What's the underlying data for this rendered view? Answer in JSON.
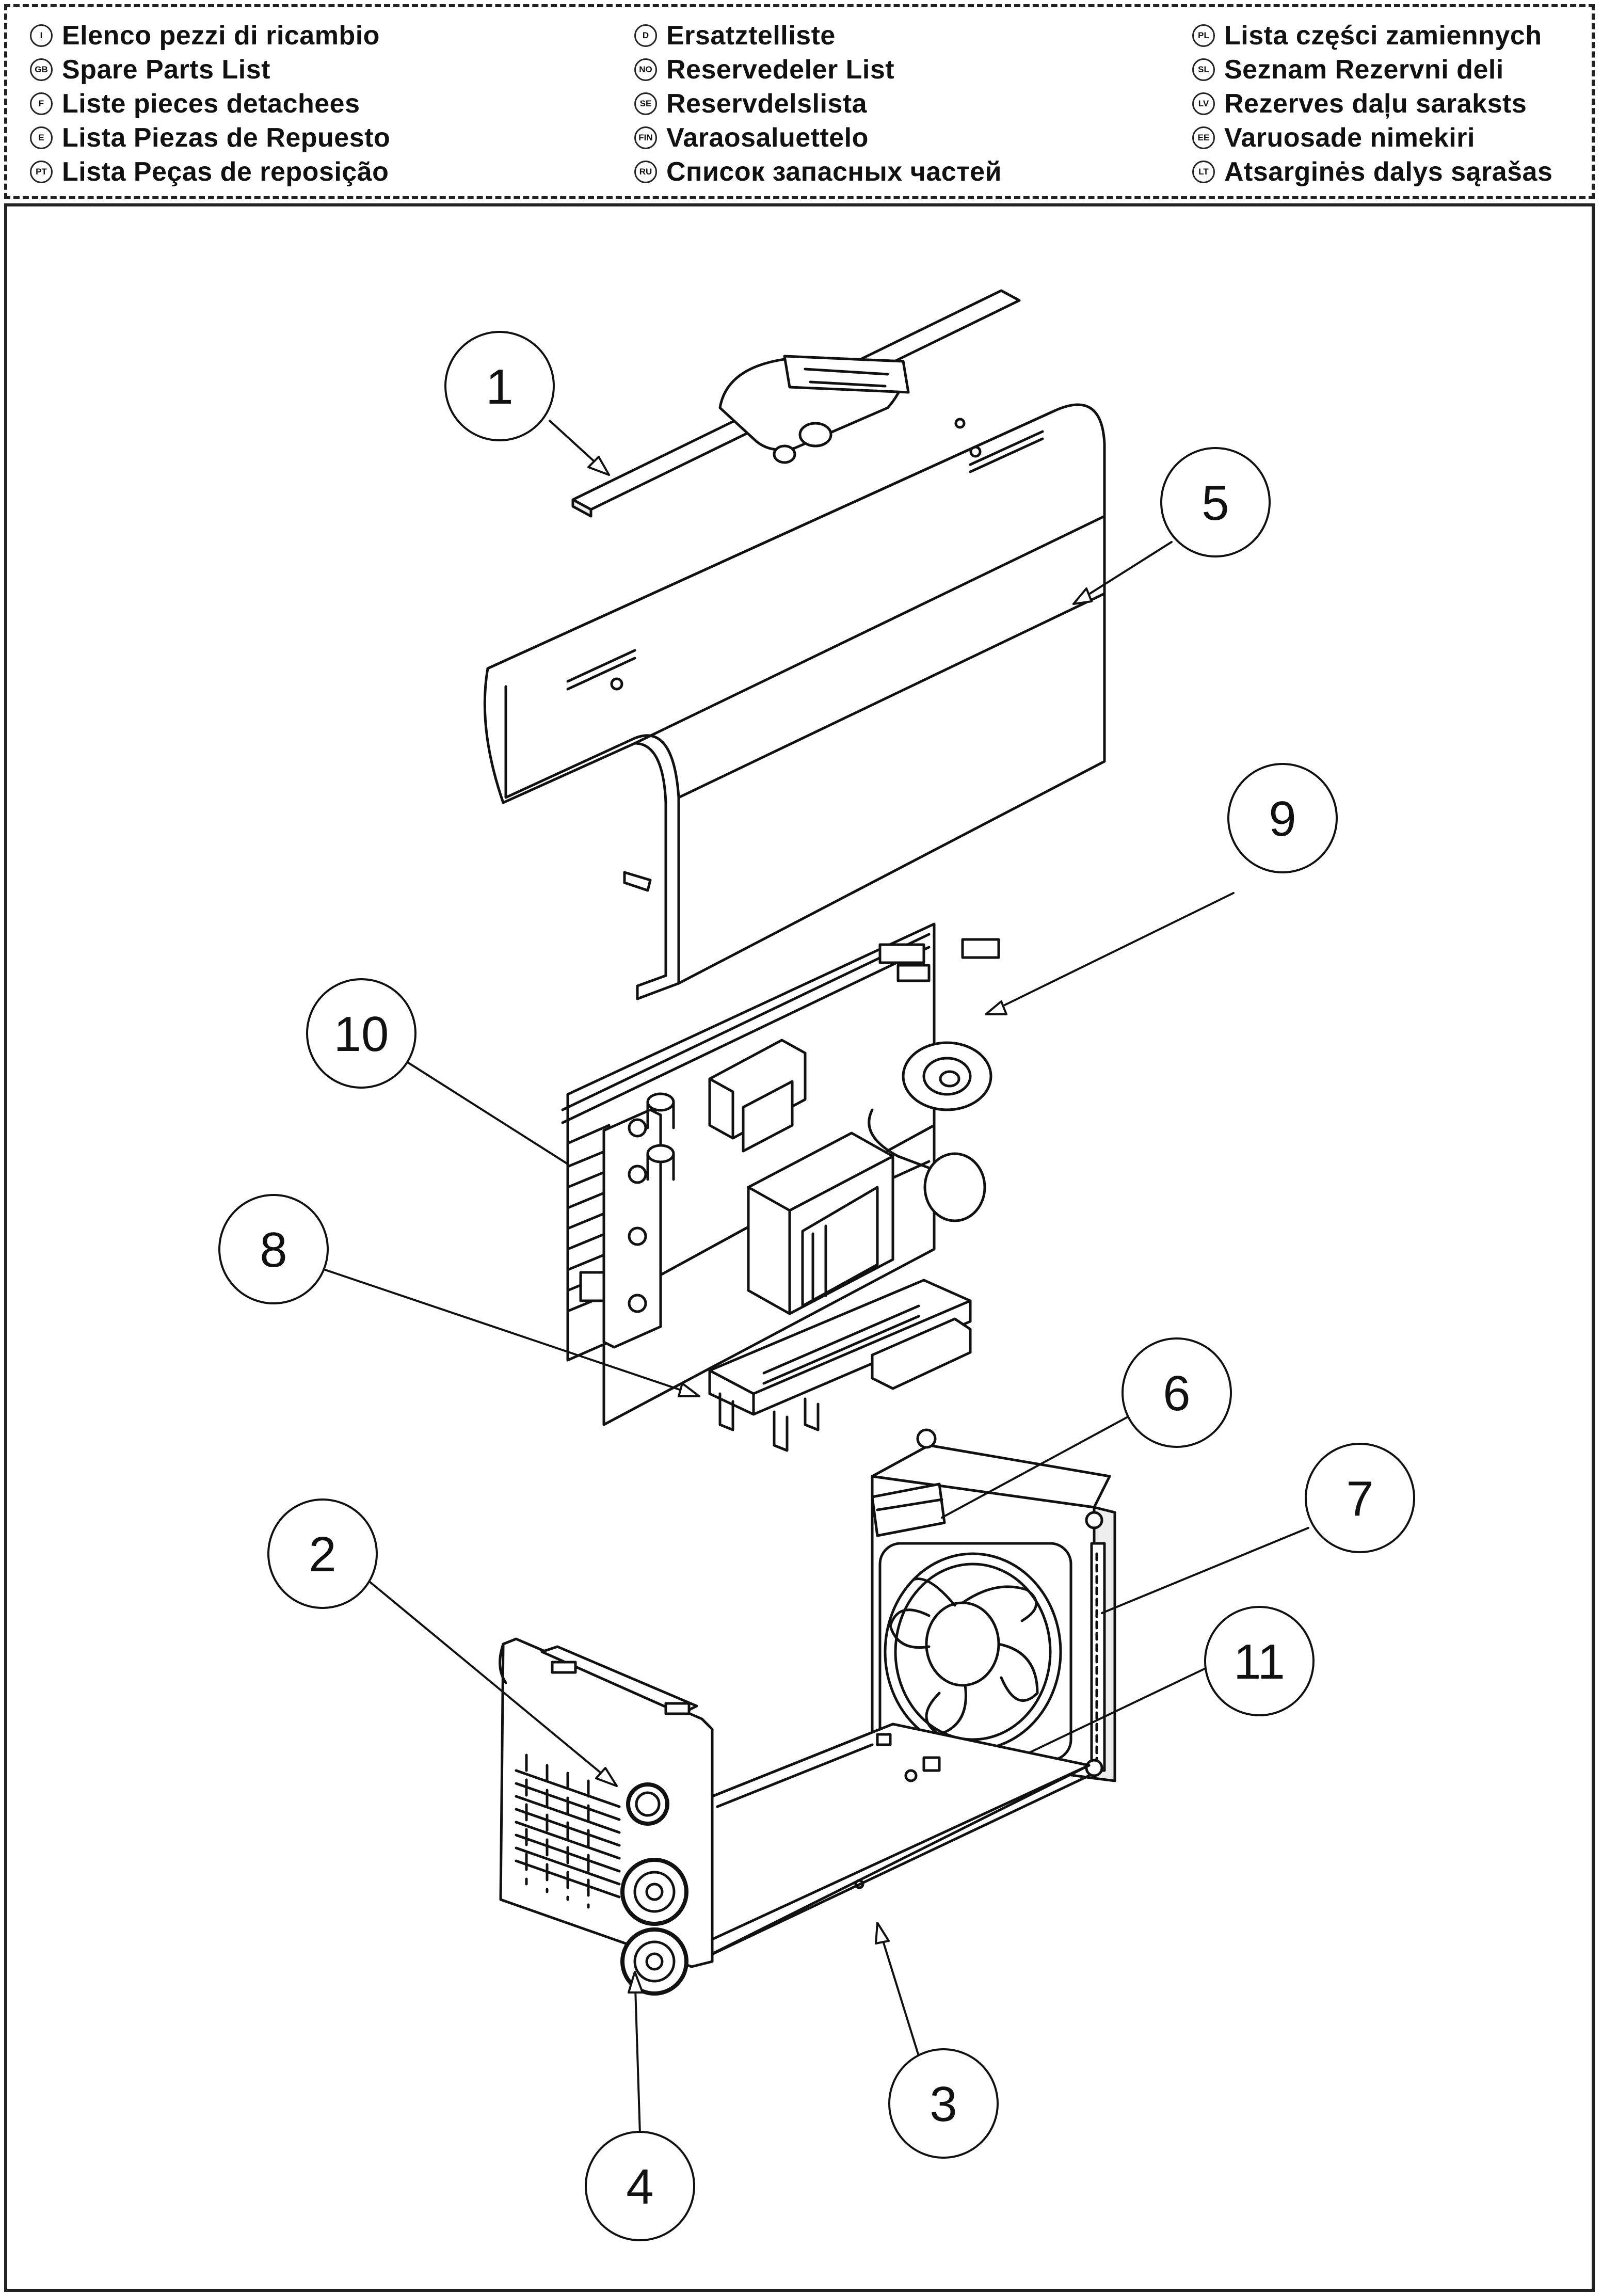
{
  "header": {
    "columns": [
      [
        {
          "code": "I",
          "label": "Elenco pezzi di ricambio"
        },
        {
          "code": "GB",
          "label": "Spare Parts List"
        },
        {
          "code": "F",
          "label": "Liste pieces detachees"
        },
        {
          "code": "E",
          "label": "Lista Piezas de Repuesto"
        },
        {
          "code": "PT",
          "label": "Lista Peças de reposição"
        }
      ],
      [
        {
          "code": "D",
          "label": "Ersatztelliste"
        },
        {
          "code": "NO",
          "label": "Reservedeler List"
        },
        {
          "code": "SE",
          "label": "Reservdelslista"
        },
        {
          "code": "FIN",
          "label": "Varaosaluettelo"
        },
        {
          "code": "RU",
          "label": "Список запасных частей"
        }
      ],
      [
        {
          "code": "PL",
          "label": "Lista części zamiennych"
        },
        {
          "code": "SL",
          "label": "Seznam Rezervni deli"
        },
        {
          "code": "LV",
          "label": "Rezerves daļu saraksts"
        },
        {
          "code": "EE",
          "label": "Varuosade nimekiri"
        },
        {
          "code": "LT",
          "label": "Atsarginės dalys sąrašas"
        }
      ]
    ]
  },
  "callouts": [
    {
      "number": "1"
    },
    {
      "number": "2"
    },
    {
      "number": "3"
    },
    {
      "number": "4"
    },
    {
      "number": "5"
    },
    {
      "number": "6"
    },
    {
      "number": "7"
    },
    {
      "number": "8"
    },
    {
      "number": "9"
    },
    {
      "number": "10"
    },
    {
      "number": "11"
    }
  ]
}
